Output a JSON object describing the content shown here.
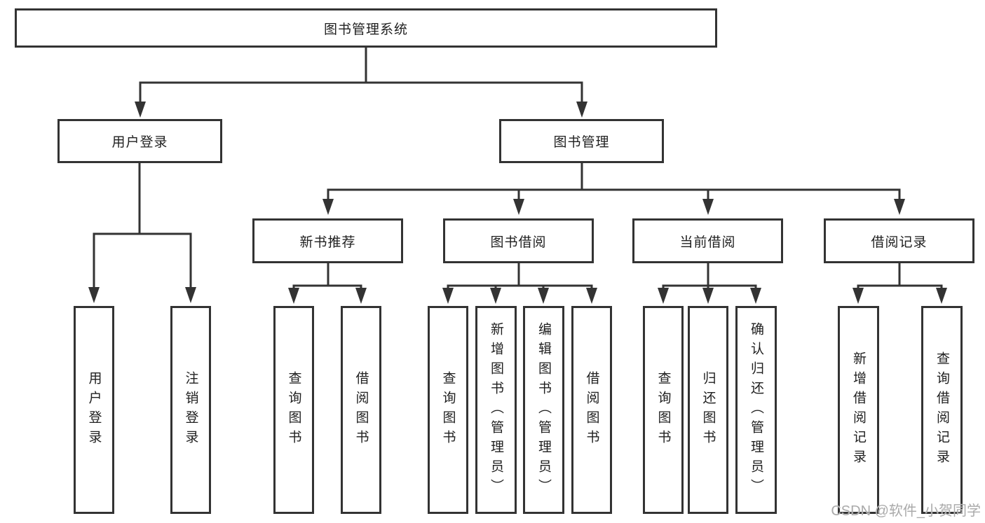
{
  "diagram": {
    "root_label": "图书管理系统",
    "user_login": {
      "label": "用户登录",
      "children": [
        {
          "label": "用户登录"
        },
        {
          "label": "注销登录"
        }
      ]
    },
    "book_management": {
      "label": "图书管理",
      "groups": [
        {
          "label": "新书推荐",
          "children": [
            {
              "label": "查询图书"
            },
            {
              "label": "借阅图书"
            }
          ]
        },
        {
          "label": "图书借阅",
          "children": [
            {
              "label": "查询图书"
            },
            {
              "label": "新增图书（管理员）"
            },
            {
              "label": "编辑图书（管理员）"
            },
            {
              "label": "借阅图书"
            }
          ]
        },
        {
          "label": "当前借阅",
          "children": [
            {
              "label": "查询图书"
            },
            {
              "label": "归还图书"
            },
            {
              "label": "确认归还（管理员）"
            }
          ]
        },
        {
          "label": "借阅记录",
          "children": [
            {
              "label": "新增借阅记录"
            },
            {
              "label": "查询借阅记录"
            }
          ]
        }
      ]
    }
  },
  "watermark": "CSDN @软件_小贺同学",
  "colors": {
    "line": "#333333",
    "text": "#1f1f1f",
    "background": "#ffffff",
    "watermark": "#aaaaaa"
  }
}
